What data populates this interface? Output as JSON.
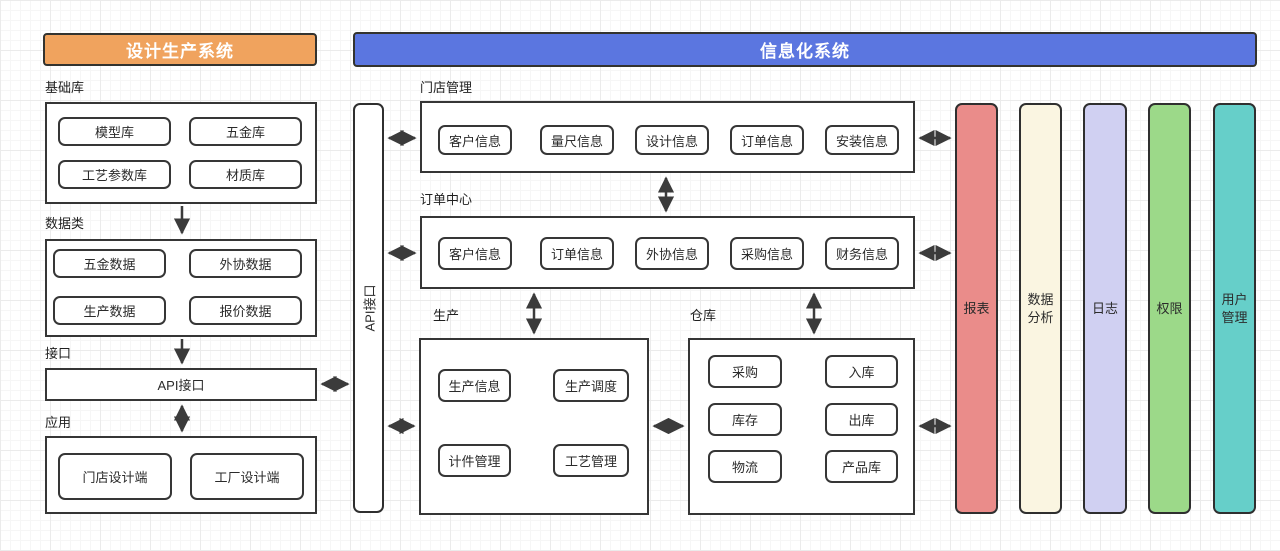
{
  "headers": {
    "left": {
      "label": "设计生产系统",
      "bg": "#f0a35e"
    },
    "right": {
      "label": "信息化系统",
      "bg": "#5b76e0"
    }
  },
  "sections": {
    "base": {
      "label": "基础库",
      "items": [
        "模型库",
        "五金库",
        "工艺参数库",
        "材质库"
      ]
    },
    "data": {
      "label": "数据类",
      "items": [
        "五金数据",
        "外协数据",
        "生产数据",
        "报价数据"
      ]
    },
    "iface": {
      "label": "接口",
      "box": "API接口"
    },
    "app": {
      "label": "应用",
      "items": [
        "门店设计端",
        "工厂设计端"
      ]
    },
    "store": {
      "label": "门店管理",
      "items": [
        "客户信息",
        "量尺信息",
        "设计信息",
        "订单信息",
        "安装信息"
      ]
    },
    "order": {
      "label": "订单中心",
      "items": [
        "客户信息",
        "订单信息",
        "外协信息",
        "采购信息",
        "财务信息"
      ]
    },
    "prod": {
      "label": "生产",
      "items": [
        "生产信息",
        "生产调度",
        "计件管理",
        "工艺管理"
      ]
    },
    "wh": {
      "label": "仓库",
      "items": [
        "采购",
        "入库",
        "库存",
        "出库",
        "物流",
        "产品库"
      ]
    }
  },
  "api_bar": {
    "label": "API接口"
  },
  "side_bars": [
    {
      "label": "报表",
      "color": "#ea8c8a"
    },
    {
      "label": "数据分析",
      "color": "#faf5e1"
    },
    {
      "label": "日志",
      "color": "#d0d0f2"
    },
    {
      "label": "权限",
      "color": "#9cd989"
    },
    {
      "label": "用户管理",
      "color": "#66cfc9"
    }
  ],
  "colors": {
    "border": "#363636",
    "arrow": "#3b3b3b",
    "grid": "#ebebeb"
  }
}
